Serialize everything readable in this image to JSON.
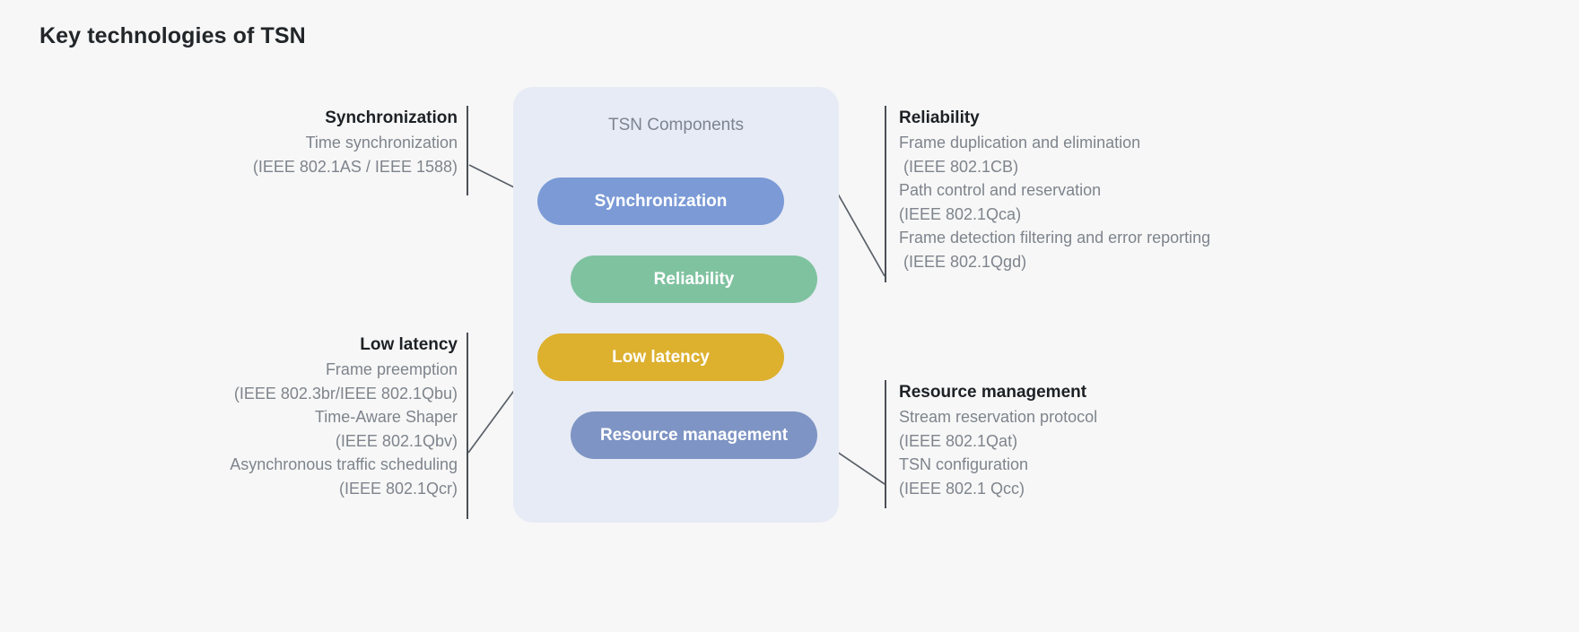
{
  "page": {
    "title": "Key technologies of TSN",
    "background_color": "#f7f7f7"
  },
  "center_panel": {
    "label": "TSN Components",
    "background_color": "#e7ebf5",
    "pills": [
      {
        "label": "Synchronization",
        "color": "#7b9ad6"
      },
      {
        "label": "Reliability",
        "color": "#7fc2a0"
      },
      {
        "label": "Low latency",
        "color": "#ddb02e"
      },
      {
        "label": "Resource management",
        "color": "#7e94c4"
      }
    ]
  },
  "annotations": {
    "synchronization": {
      "heading": "Synchronization",
      "details": "Time synchronization\n(IEEE 802.1AS / IEEE 1588)"
    },
    "low_latency": {
      "heading": "Low latency",
      "details": "Frame preemption\n(IEEE 802.3br/IEEE 802.1Qbu)\nTime-Aware Shaper\n(IEEE 802.1Qbv)\nAsynchronous traffic scheduling\n(IEEE 802.1Qcr)"
    },
    "reliability": {
      "heading": "Reliability",
      "details": "Frame duplication and elimination\n (IEEE 802.1CB)\nPath control and reservation\n(IEEE 802.1Qca)\nFrame detection filtering and error reporting\n (IEEE 802.1Qgd)"
    },
    "resource_management": {
      "heading": "Resource management",
      "details": "Stream reservation protocol\n(IEEE 802.1Qat)\nTSN configuration\n(IEEE 802.1 Qcc)"
    }
  }
}
